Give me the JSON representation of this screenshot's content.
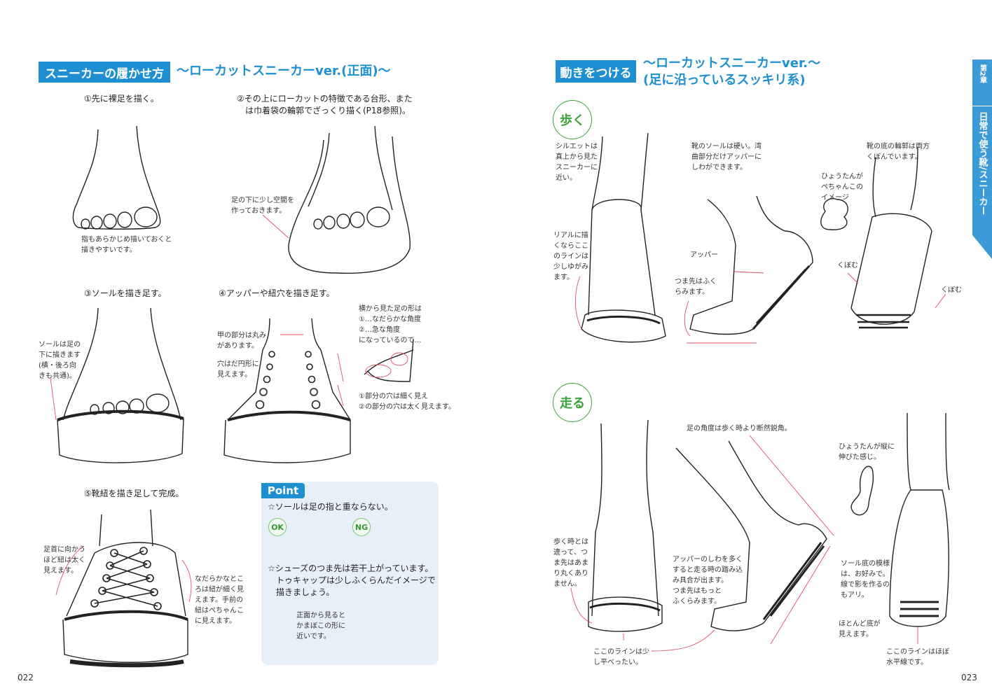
{
  "left_page": {
    "heading": "スニーカーの履かせ方",
    "subheading": "〜ローカットスニーカーver.(正面)〜",
    "steps": [
      "①先に裸足を描く。",
      "②その上にローカットの特徴である台形、また\n　は巾着袋の輪郭でざっくり描く(P18参照)。",
      "③ソールを描き足す。",
      "④アッパーや紐穴を描き足す。",
      "⑤靴紐を描き足して完成。"
    ],
    "notes": {
      "toes": "指もあらかじめ描いておくと\n描きやすいです。",
      "space": "足の下に少し空間を\n作っておきます。",
      "sole": "ソールは足の\n下に描きます\n(横・後ろ向\nきも共通)。",
      "instep": "甲の部分は丸み\nがあります。",
      "holes": "穴はだ円形に\n見えます。",
      "side_view": "横から見た足の形は\n①…なだらかな角度\n②…急な角度\nになっているので…",
      "holes_result": "①部分の穴は細く見え\n②の部分の穴は太く見えます。",
      "laces_thick": "足首に向かう\nほど紐は太く\n見えます。",
      "laces_thin": "なだらかなとこ\nろは紐が細く見\nえます。手前の\n紐はぺちゃんこ\nに見えます。"
    },
    "point": {
      "tag": "Point",
      "tip1": "☆ソールは足の指と重ならない。",
      "ok": "OK",
      "ng": "NG",
      "tip2": "☆シューズのつま先は若干上がっています。\n　トゥキャップは少しふくらんだイメージで\n　描きましょう。",
      "toecap_note": "正面から見ると\nかまぼこの形に\n近いです。"
    },
    "page_number": "022"
  },
  "right_page": {
    "heading": "動きをつける",
    "subheading": "〜ローカットスニーカーver.〜\n(足に沿っているスッキリ系)",
    "walk": {
      "label": "歩く",
      "silhouette": "シルエットは\n真上から見た\nスニーカーに\n近い。",
      "realistic": "リアルに描\nくならここ\nのラインは\n少しゆがみ\nます。",
      "sole_hard": "靴のソールは硬い。湾\n曲部分だけアッパーに\nしわができます。",
      "upper": "アッパー",
      "toe": "つま先はふく\nらみます。",
      "bottom": "靴の底の輪郭は両方\nくぼんでいます。",
      "gourd": "ひょうたんが\nぺちゃんこの\nイメージ",
      "dent1": "くぼむ",
      "dent2": "くぼむ"
    },
    "run": {
      "label": "走る",
      "angle": "足の角度は歩く時より断然鋭角。",
      "toe_flat": "歩く時とは\n違って、つ\nま先はあま\nり丸くあり\nません。",
      "wrinkles": "アッパーのしわを多く\nすると走る時の踏み込\nみ具合が出ます。\nつま先はもっと\nふくらみます。",
      "line_flat": "ここのラインは少\nし平べったい。",
      "gourd_long": "ひょうたんが縦に\n伸びた感じ。",
      "pattern": "ソール底の模様\nは、お好みで。\n線で影を作るの\nもアリ。",
      "sole_visible": "ほとんど底が\n見えます。",
      "horizontal": "ここのラインはほぼ\n水平線です。"
    },
    "chapter_tab": {
      "chapter": "第2章",
      "title": "日常で使う靴/スニーカー"
    },
    "page_number": "023"
  },
  "colors": {
    "accent_blue": "#1e8fd0",
    "green": "#3aa33a",
    "annotation_red": "#e0506a",
    "point_bg": "#e7eff8"
  }
}
